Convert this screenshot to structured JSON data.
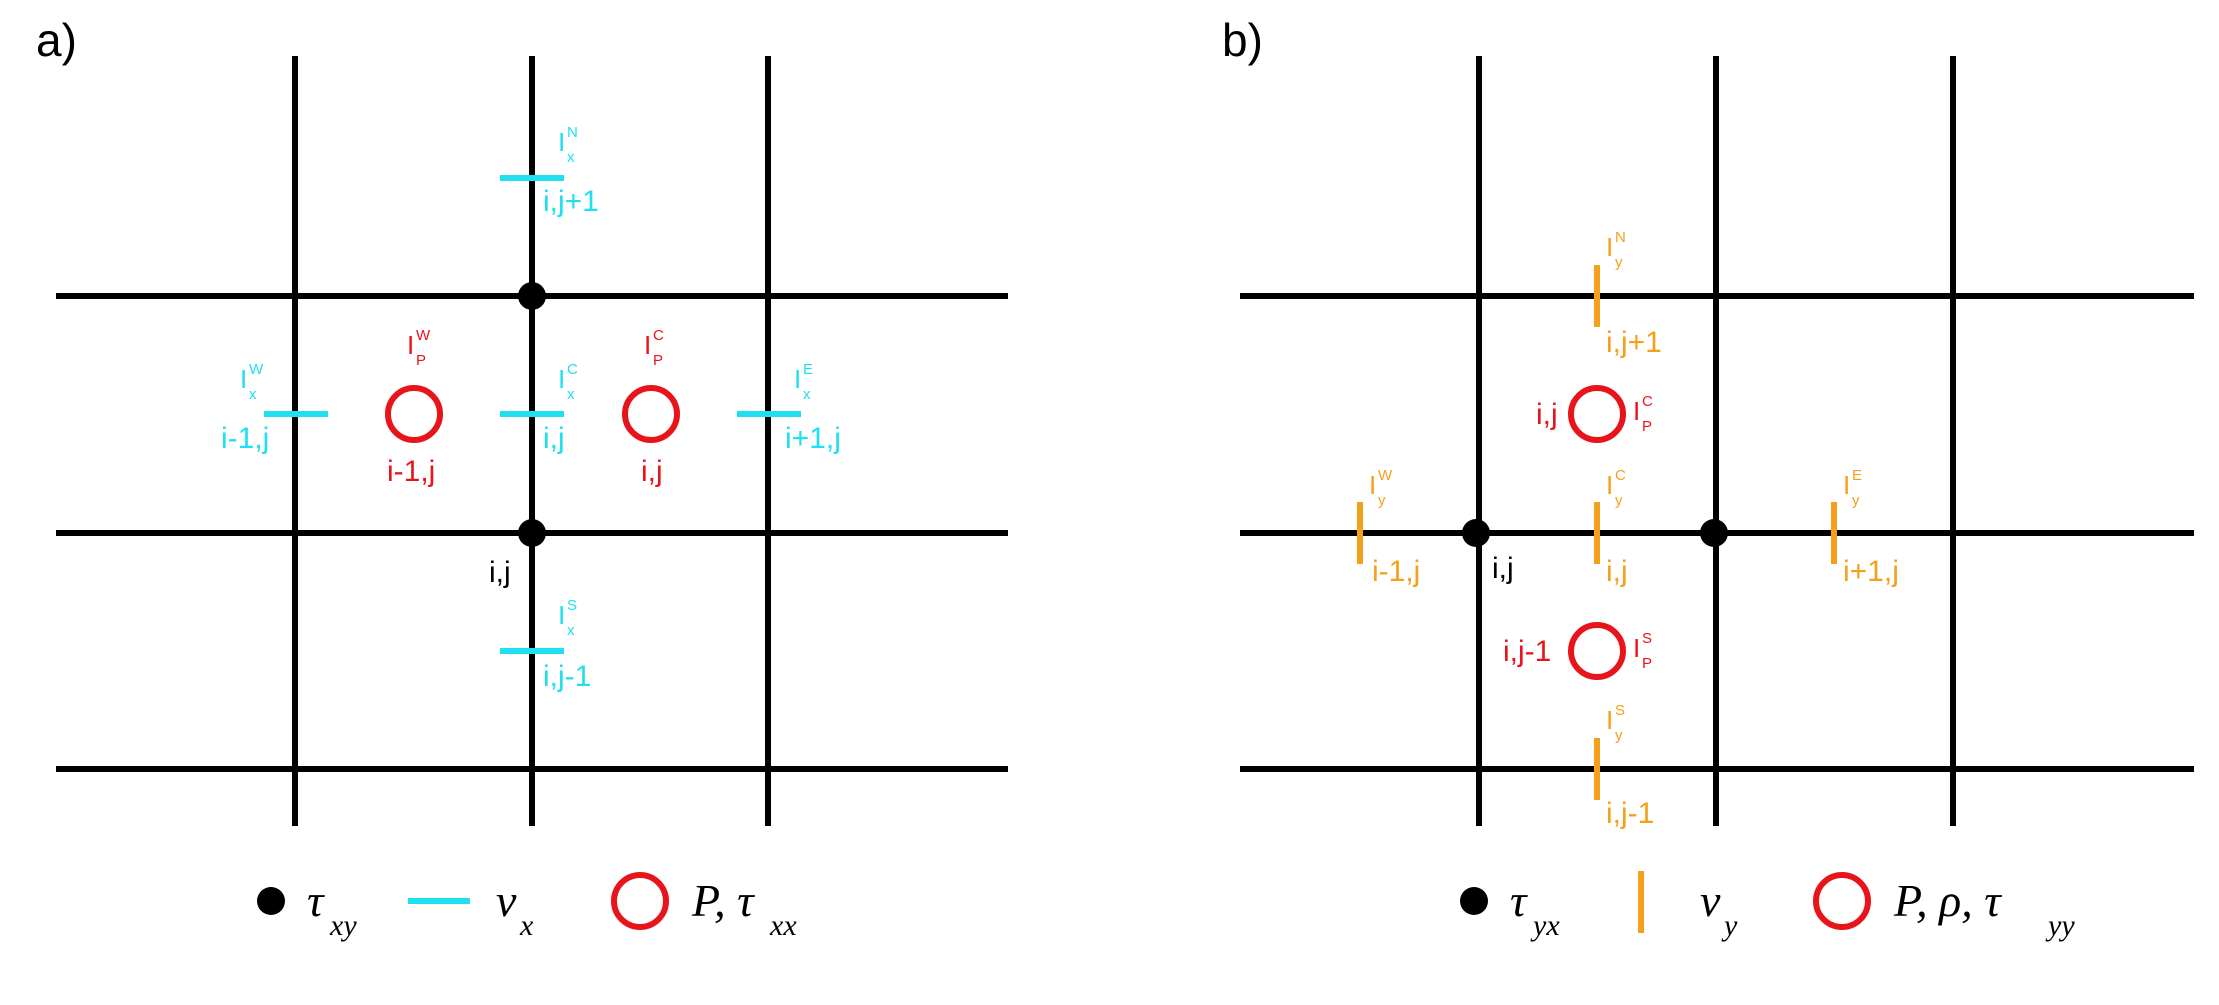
{
  "colors": {
    "grid": "#000000",
    "vx": "#1fe0f0",
    "vy": "#f5a01a",
    "pressure": "#e8141b",
    "node": "#000000"
  },
  "panel_a": {
    "label": "a)",
    "node_label": "i,j",
    "vx": {
      "north": {
        "base": "I",
        "sup": "N",
        "sub": "x",
        "index": "i,j+1"
      },
      "west": {
        "base": "I",
        "sup": "W",
        "sub": "x",
        "index": "i-1,j"
      },
      "center": {
        "base": "I",
        "sup": "C",
        "sub": "x",
        "index": "i,j"
      },
      "east": {
        "base": "I",
        "sup": "E",
        "sub": "x",
        "index": "i+1,j"
      },
      "south": {
        "base": "I",
        "sup": "S",
        "sub": "x",
        "index": "i,j-1"
      }
    },
    "pressure": {
      "west": {
        "base": "I",
        "sup": "W",
        "sub": "P",
        "index": "i-1,j"
      },
      "center": {
        "base": "I",
        "sup": "C",
        "sub": "P",
        "index": "i,j"
      }
    },
    "legend": {
      "node_sym": "τ",
      "node_sub": "xy",
      "vel_sym": "v",
      "vel_sub": "x",
      "p_sym": "P, τ",
      "p_sub": "xx"
    }
  },
  "panel_b": {
    "label": "b)",
    "node_label": "i,j",
    "vy": {
      "north": {
        "base": "I",
        "sup": "N",
        "sub": "y",
        "index": "i,j+1"
      },
      "west": {
        "base": "I",
        "sup": "W",
        "sub": "y",
        "index": "i-1,j"
      },
      "center": {
        "base": "I",
        "sup": "C",
        "sub": "y",
        "index": "i,j"
      },
      "east": {
        "base": "I",
        "sup": "E",
        "sub": "y",
        "index": "i+1,j"
      },
      "south": {
        "base": "I",
        "sup": "S",
        "sub": "y",
        "index": "i,j-1"
      }
    },
    "pressure": {
      "center": {
        "base": "I",
        "sup": "C",
        "sub": "P",
        "index": "i,j"
      },
      "south": {
        "base": "I",
        "sup": "S",
        "sub": "P",
        "index": "i,j-1"
      }
    },
    "legend": {
      "node_sym": "τ",
      "node_sub": "yx",
      "vel_sym": "v",
      "vel_sub": "y",
      "p_sym": "P, ρ, τ",
      "p_sub": "yy"
    }
  }
}
